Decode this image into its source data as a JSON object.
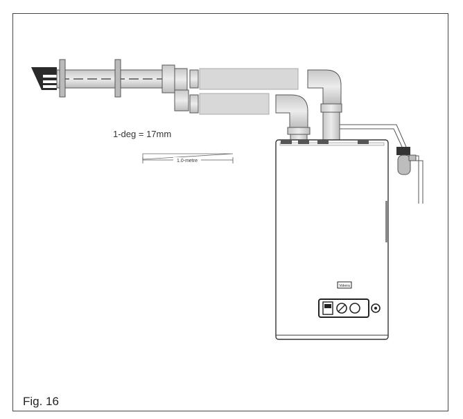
{
  "figure": {
    "caption": "Fig. 16",
    "slope_note": "1-deg = 17mm",
    "ruler_label": "1.0-metre",
    "brand_badge": "Vokera"
  },
  "colors": {
    "pipe_fill": "#d8d8d8",
    "pipe_stroke": "#555555",
    "boiler_fill": "#ffffff",
    "terminal_dark": "#2a2a2a"
  }
}
